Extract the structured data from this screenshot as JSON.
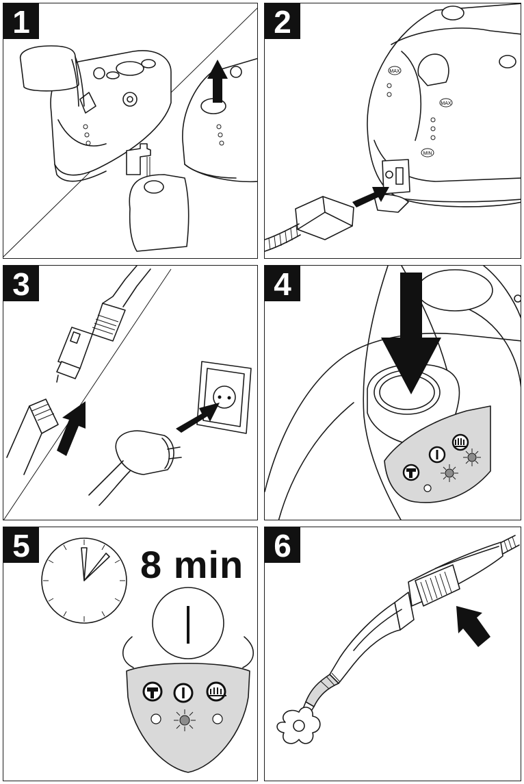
{
  "steps": [
    {
      "number": "1"
    },
    {
      "number": "2"
    },
    {
      "number": "3"
    },
    {
      "number": "4"
    },
    {
      "number": "5",
      "duration_text": "8 min"
    },
    {
      "number": "6"
    }
  ],
  "tank_labels": {
    "max": "MAX",
    "min": "MIN"
  },
  "colors": {
    "line": "#1a1a1a",
    "badge": "#111111",
    "panel_gray": "#d9d9d9",
    "lamp_lit": "#8c8c8c"
  },
  "icons": [
    "water-tap-icon",
    "power-icon",
    "heating-icon"
  ]
}
